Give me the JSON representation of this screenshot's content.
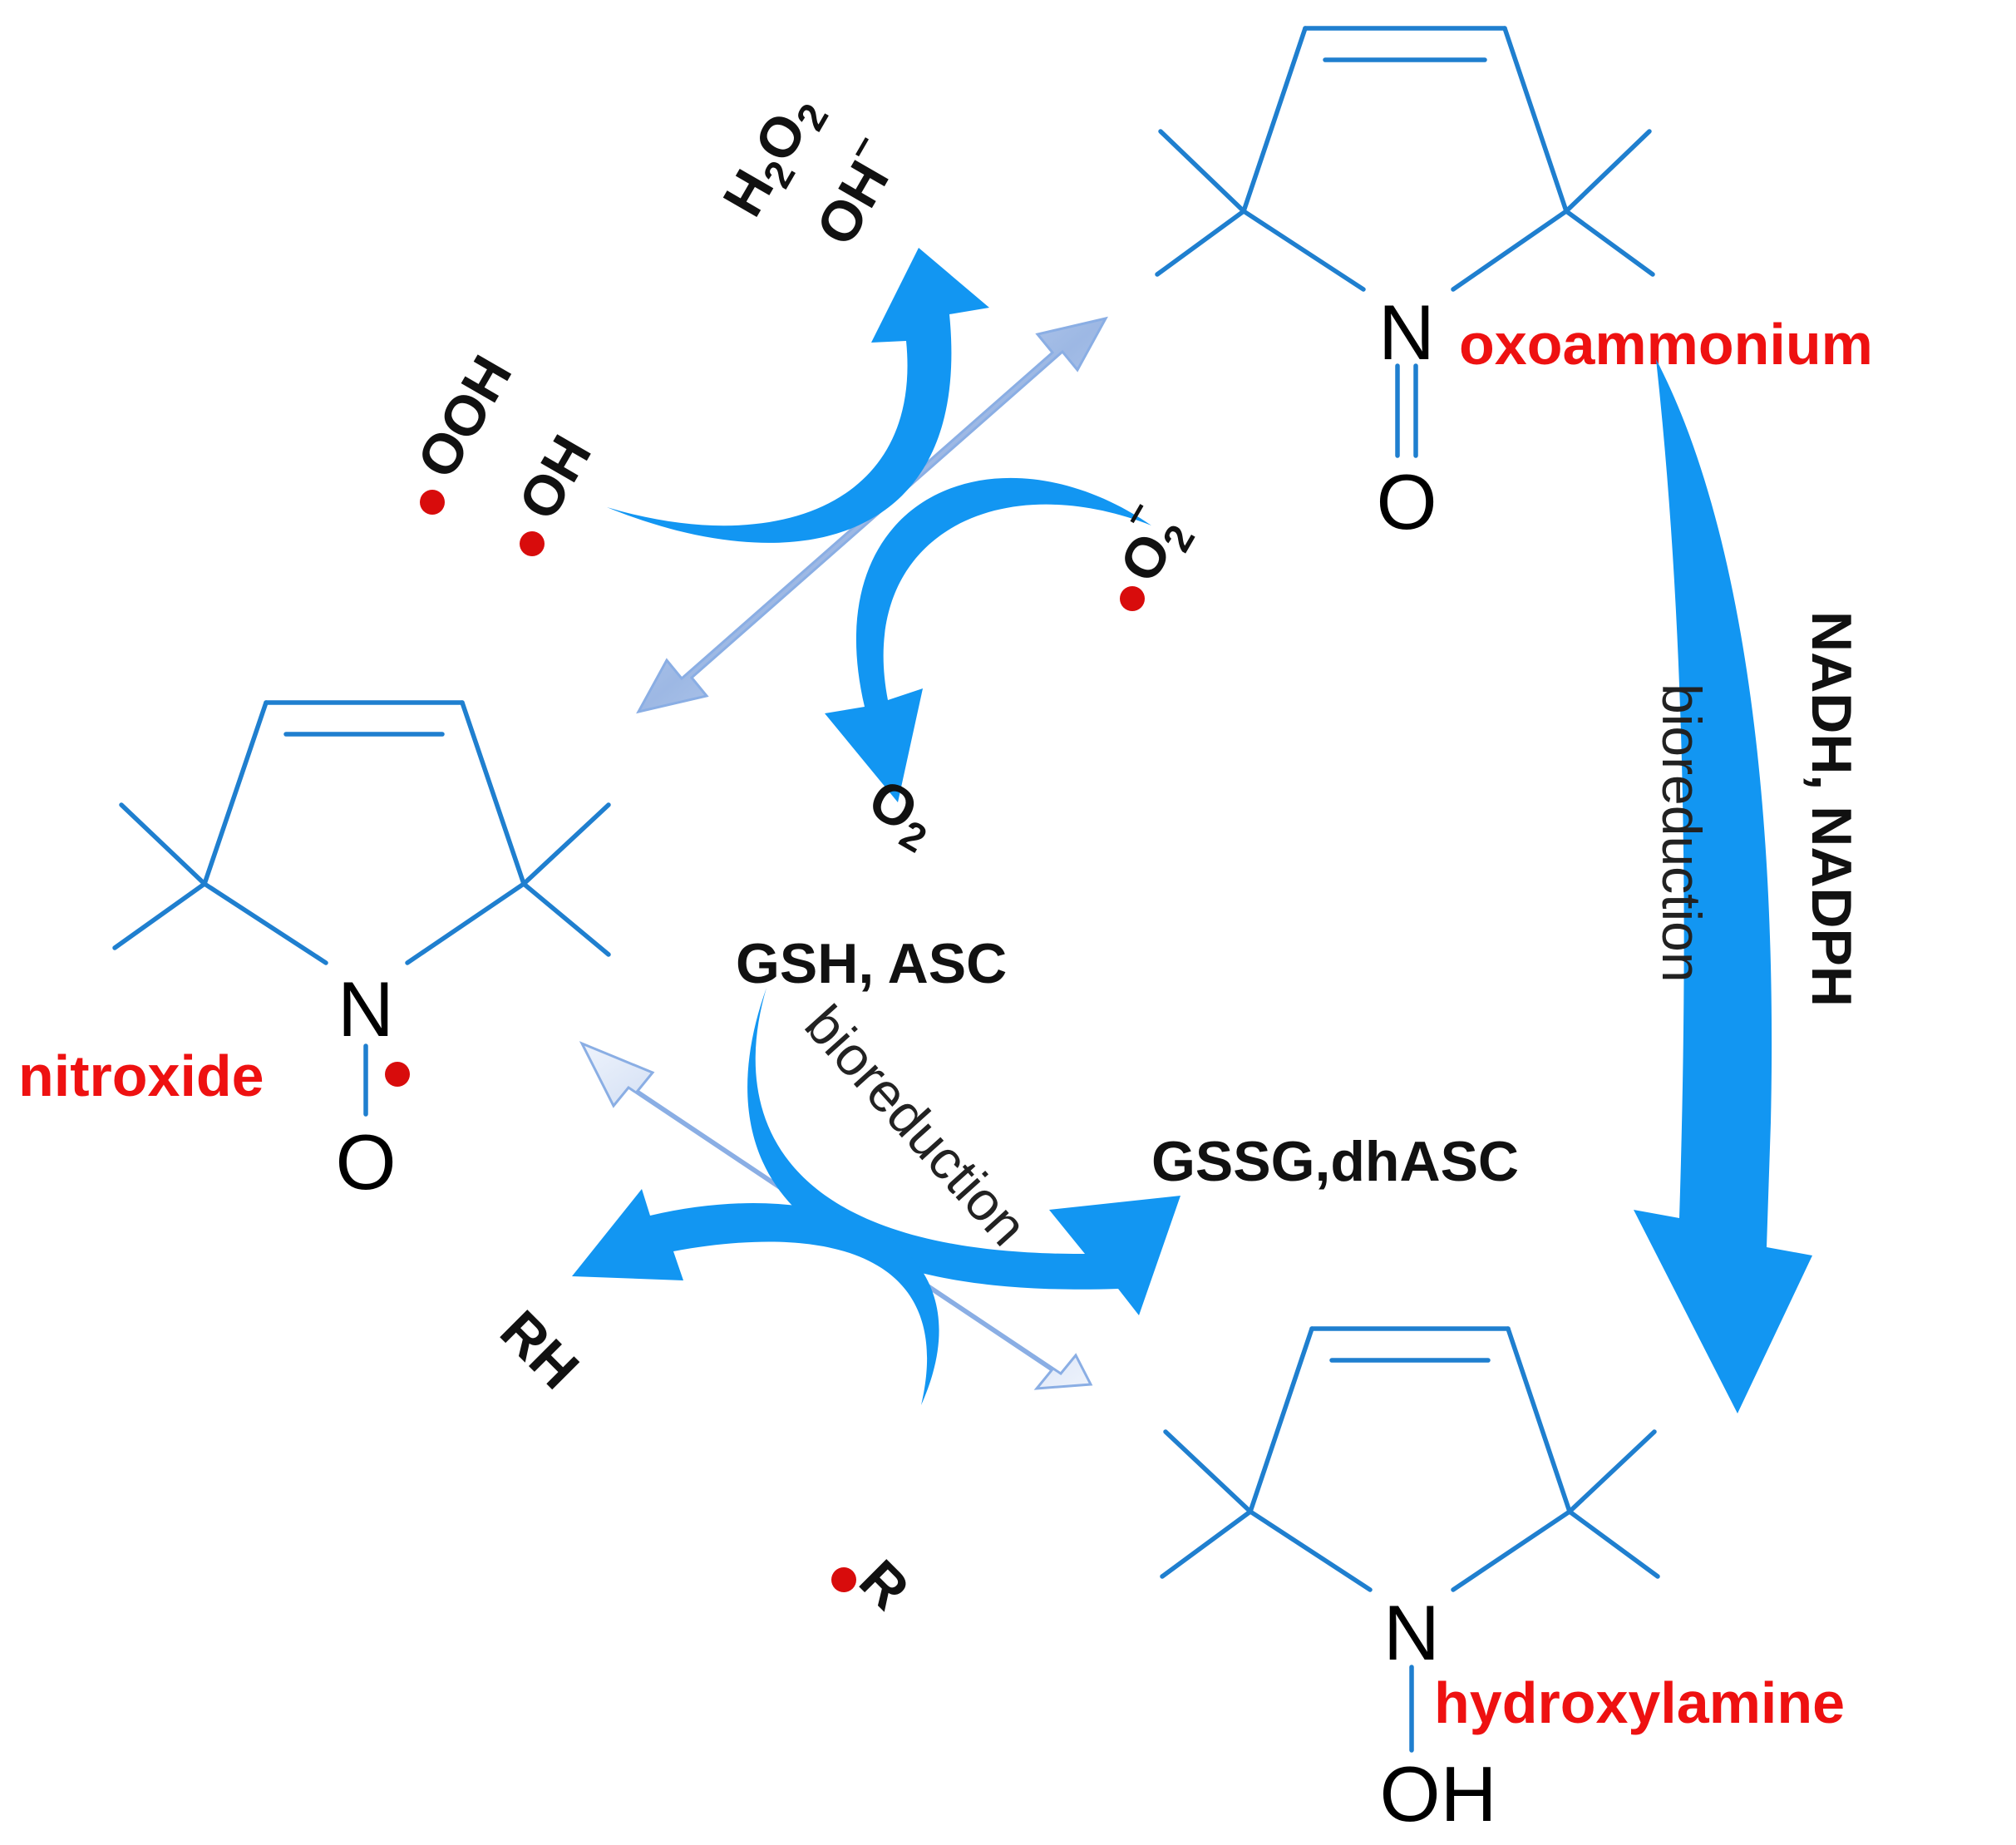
{
  "species": {
    "oxoammonium": "oxoammonium",
    "nitroxide": "nitroxide",
    "hydroxylamine": "hydroxylamine"
  },
  "atoms": {
    "N": "N",
    "O": "O",
    "OH": "OH"
  },
  "reagents": {
    "h2o2": {
      "H": "H",
      "sub2": "2",
      "O": "O",
      "sub2b": "2"
    },
    "oh_minus": {
      "text": "OH",
      "charge": "–"
    },
    "ooh_radical": "OOH",
    "oh_radical": "OH",
    "superoxide": {
      "text": "O",
      "sub": "2",
      "charge": "–"
    },
    "o2": {
      "text": "O",
      "sub": "2"
    },
    "gsh_asc": "GSH, ASC",
    "gssg_dhasc": "GSSG,dhASC",
    "rh": "RH",
    "r_radical": "R",
    "nadh_nadph": "NADH, NADPH"
  },
  "labels": {
    "bioreduction_upper": "bioreduction",
    "bioreduction_right": "bioreduction"
  },
  "colors": {
    "bond": "#1f7fcf",
    "arrow": "#1296f2",
    "radical_dot": "#d80c0c",
    "species_label": "#ee1111"
  }
}
